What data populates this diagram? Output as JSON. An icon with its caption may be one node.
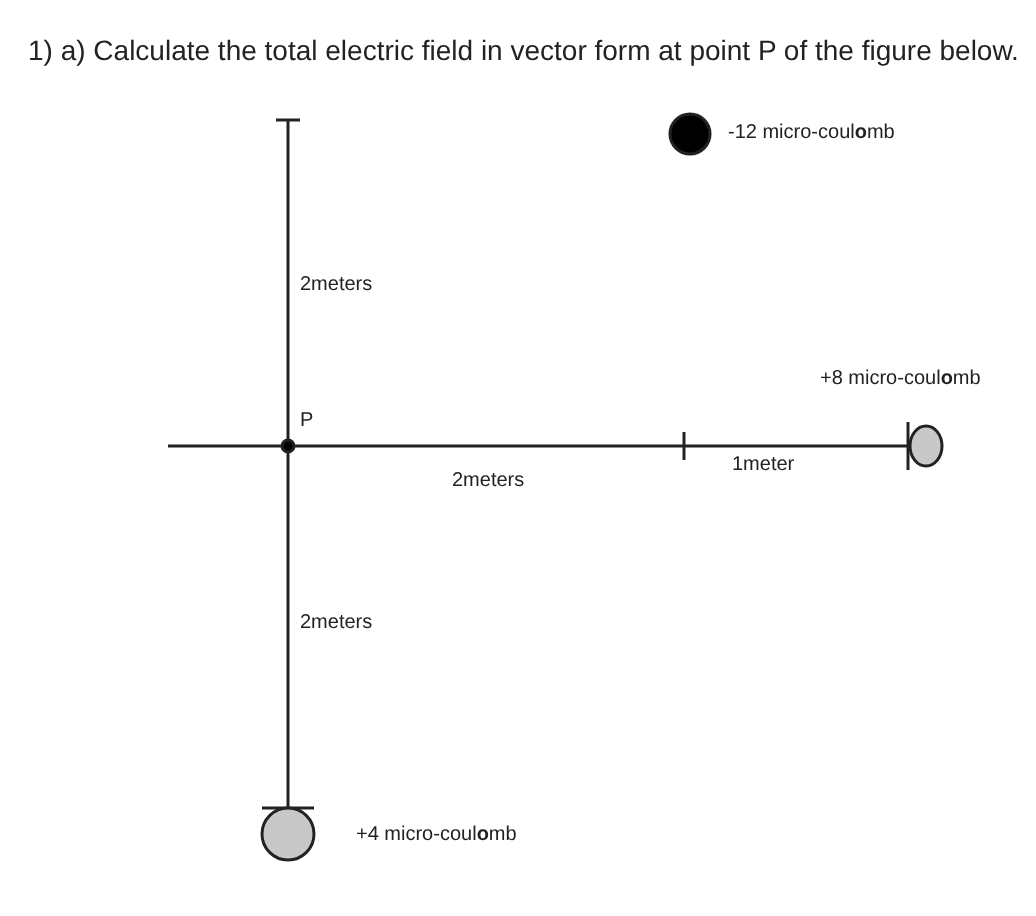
{
  "diagram": {
    "title": "1)  a) Calculate the total electric field in vector form at point P of the figure below.",
    "nodes": [
      {
        "text": [],
        "shape": "circle",
        "beside": [
          "-12 micro-coul**o**mb"
        ]
      },
      {
        "text": [],
        "shape": "circle",
        "beside": [
          "P"
        ]
      },
      {
        "text": [],
        "shape": "circle",
        "beside": [
          "+8 micro-coul**o**mb"
        ]
      },
      {
        "text": [],
        "shape": "circle",
        "beside": [
          "+4 micro-coul**o**mb"
        ]
      }
    ],
    "labels": [
      "2meters",
      "2meters",
      "1meter",
      "2meters"
    ]
  }
}
